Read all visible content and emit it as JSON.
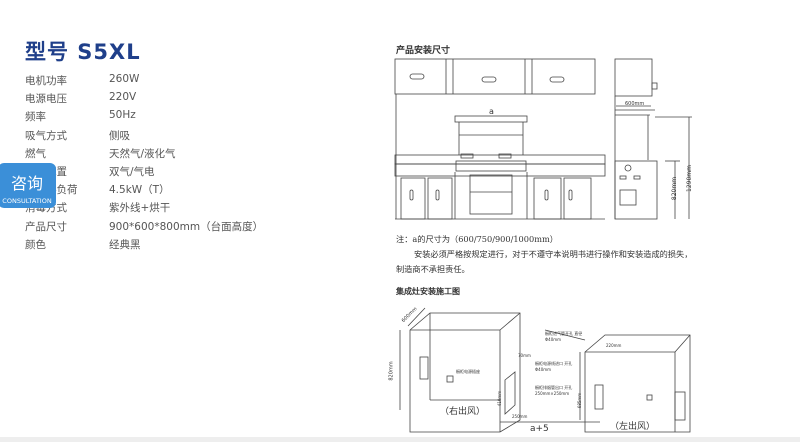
{
  "title": "型号 S5XL",
  "specs": [
    {
      "k": "电机功率",
      "v": "260W"
    },
    {
      "k": "电源电压",
      "v": "220V"
    },
    {
      "k": "频率",
      "v": "50Hz"
    },
    {
      "k": "吸气方式",
      "v": "侧吸"
    },
    {
      "k": "燃气",
      "v": "天然气/液化气"
    },
    {
      "k": "灶眼配置",
      "v": "双气/气电"
    },
    {
      "k": "额定热负荷",
      "v": "4.5kW（T）"
    },
    {
      "k": "消毒方式",
      "v": "紫外线+烘干"
    },
    {
      "k": "产品尺寸",
      "v": "900*600*800mm（台面高度）"
    },
    {
      "k": "颜色",
      "v": "经典黑"
    }
  ],
  "consult": {
    "cn": "咨询",
    "en": "CONSULTATION"
  },
  "diagram": {
    "section1": "产品安装尺寸",
    "a": "a",
    "w600": "600mm",
    "h1290": "1290mm",
    "h820": "820mm",
    "note1": "注：a的尺寸为（600/750/900/1000mm）",
    "note2": "安装必须严格按规定进行，对于不遵守本说明书进行操作和安装造成的损失，制造商不承担责任。",
    "section2": "集成灶安装施工图",
    "d600": "600mm",
    "d820": "820mm",
    "socket": "橱柜电源插座",
    "d70": "70mm",
    "power_in": "橱柜电源线进口 开孔Φ40mm",
    "exhaust": "橱柜排烟管出口 开孔250mm×250mm",
    "d250": "250mm",
    "d410": "410mm",
    "a5": "a+5",
    "right": "（右出风）",
    "left": "（左出风）",
    "gas": "橱柜进气管开孔 直径Φ40mm",
    "d220": "220mm",
    "d685": "685mm"
  }
}
